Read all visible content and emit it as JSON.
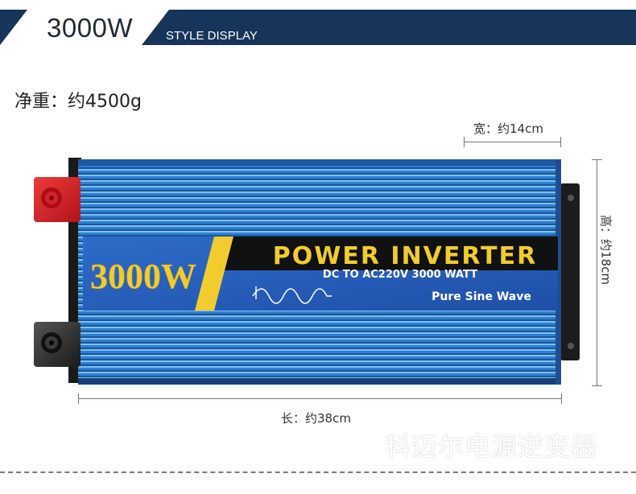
{
  "header": {
    "title": "3000W",
    "subtitle": "STYLE DISPLAY"
  },
  "weight_label": "净重：约4500g",
  "dimensions": {
    "width_label": "宽：约14cm",
    "height_label": "高：约18cm",
    "length_label": "长：约38cm"
  },
  "product": {
    "power_badge": "3000W",
    "brand_line": "POWER INVERTER",
    "spec_line": "DC TO AC220V 3000 WATT",
    "wave_label": "Pure Sine Wave"
  },
  "watermark": "科迈尔电源逆变器",
  "colors": {
    "header_navy": "#17345a",
    "body_blue": "#2f7fd0",
    "label_yellow": "#f2cc2e",
    "terminal_red": "#d8202a"
  }
}
